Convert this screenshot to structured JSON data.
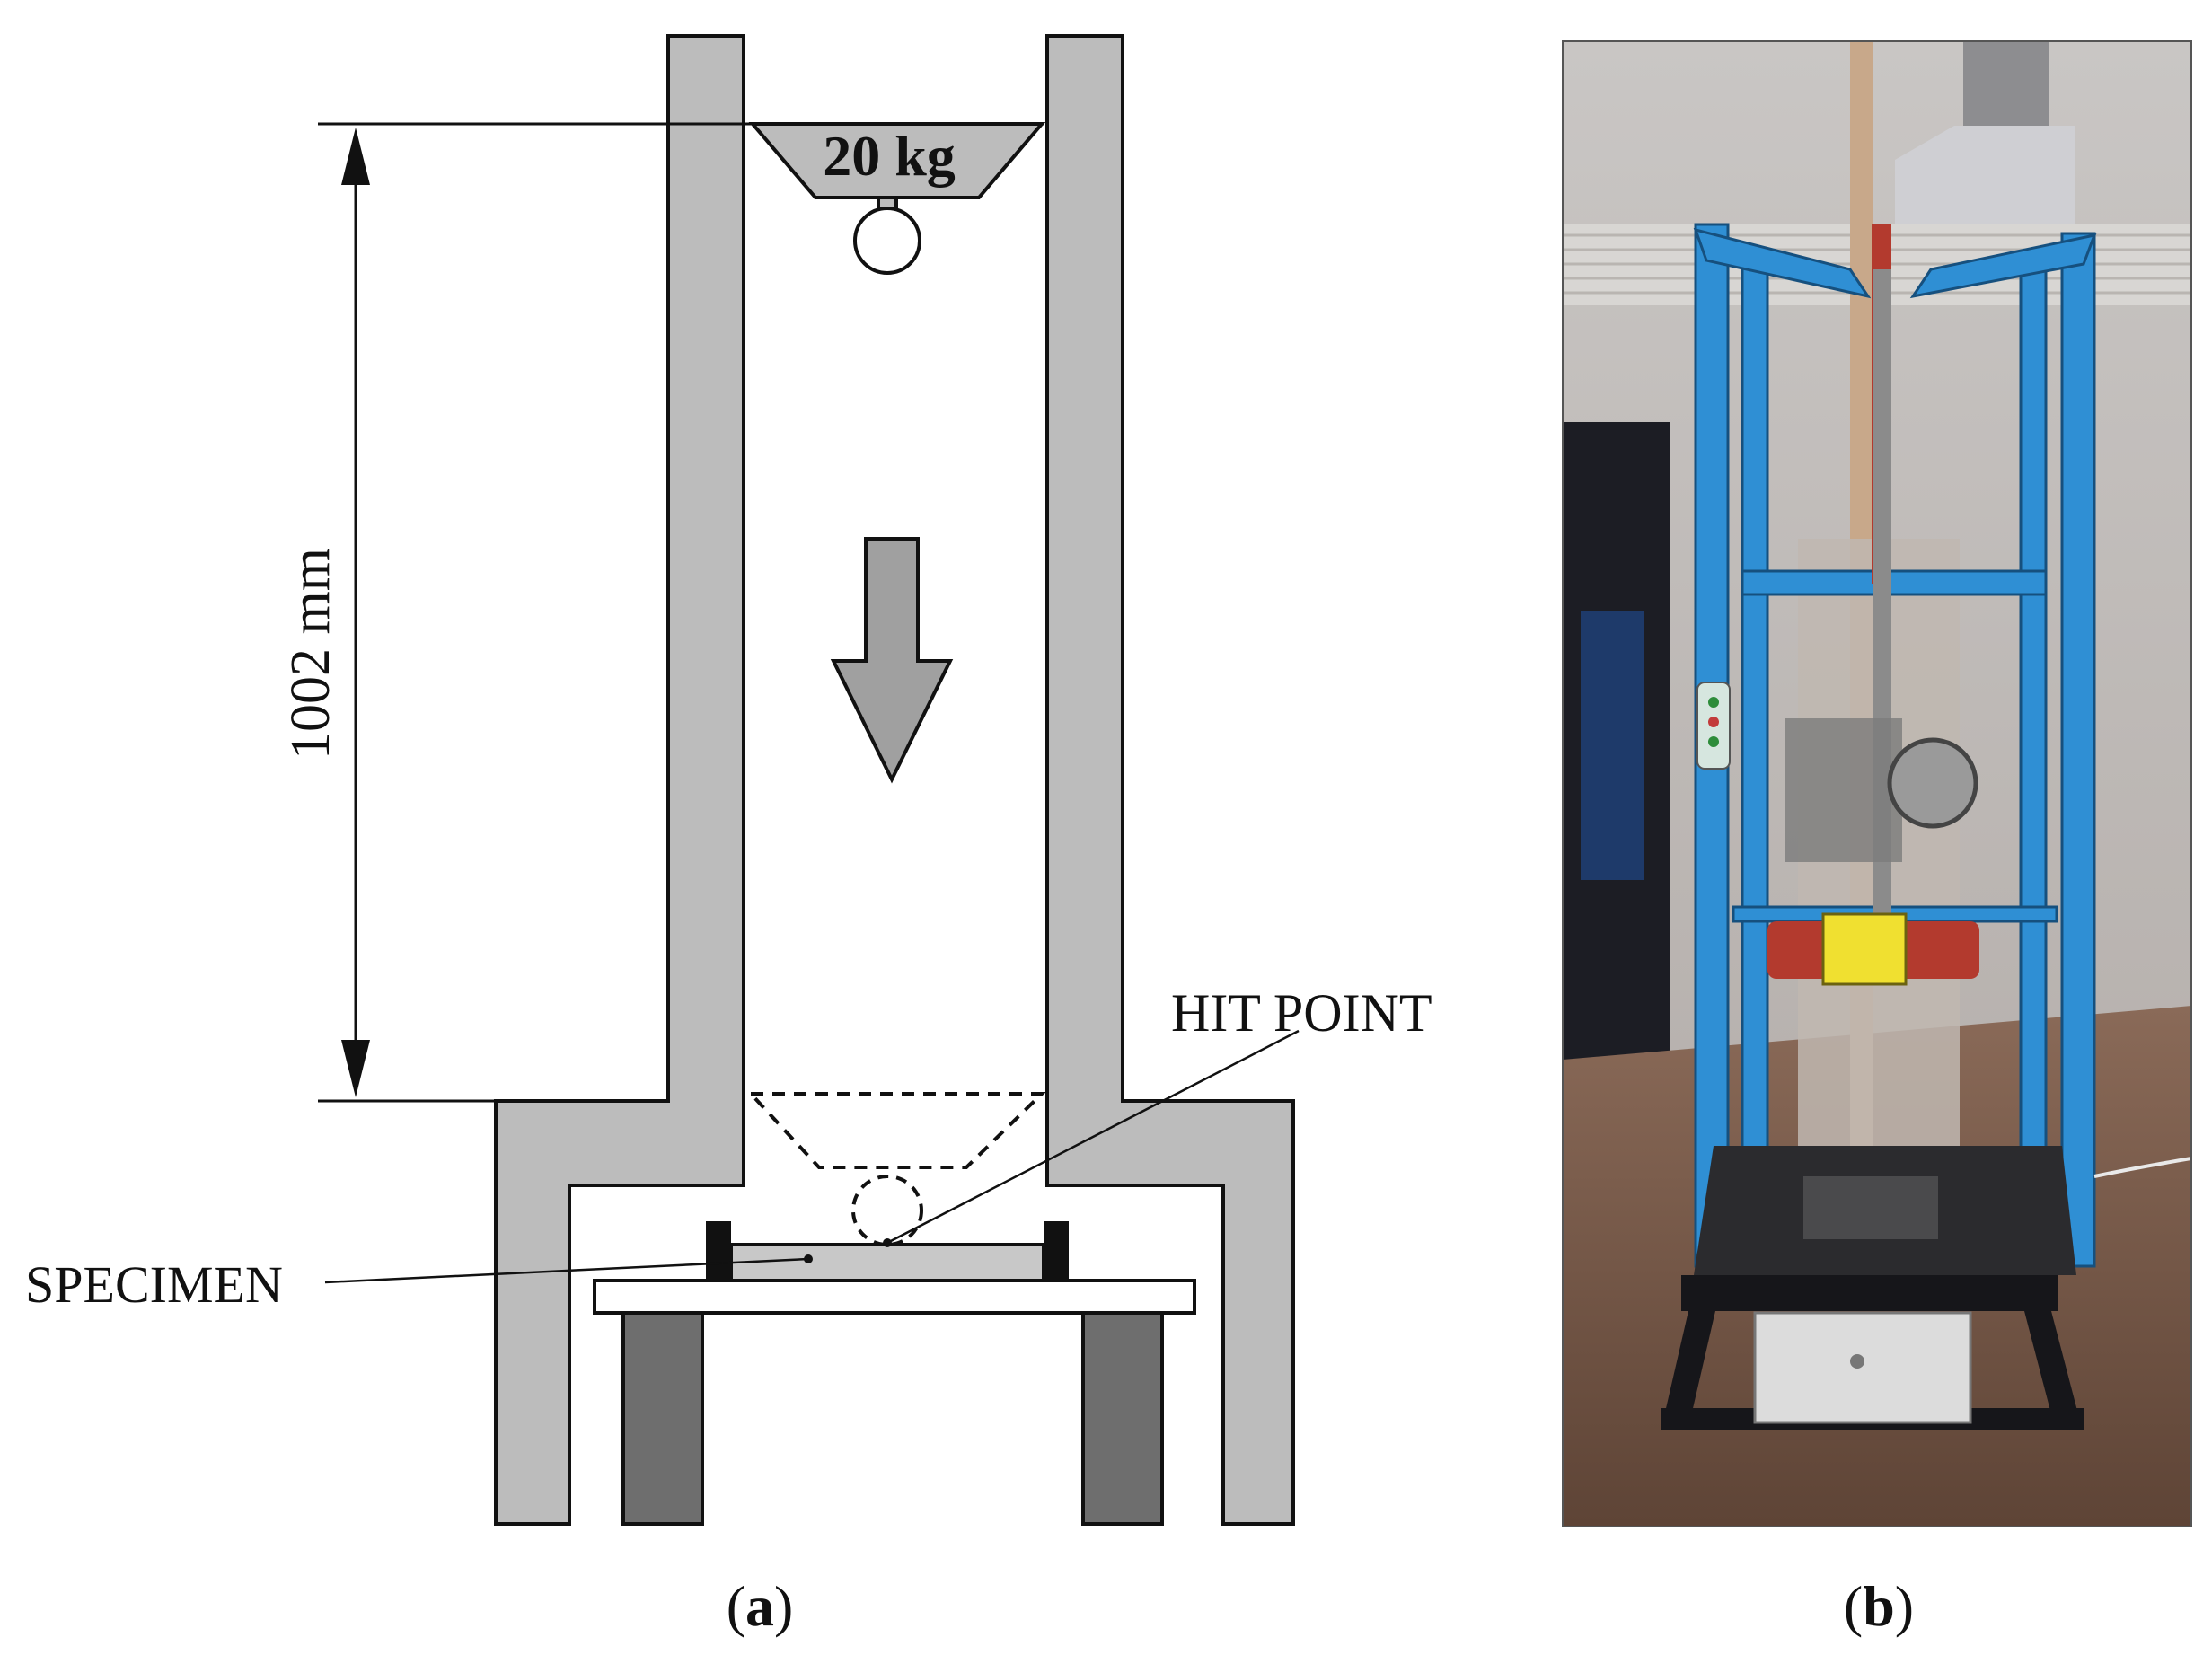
{
  "figure": {
    "panel_a": {
      "mass_label": "20 kg",
      "height_label": "1002 mm",
      "hit_point_label": "HIT POINT",
      "specimen_label": "SPECIMEN",
      "caption_letter": "a"
    },
    "panel_b": {
      "caption_letter": "b",
      "photo_subject": "drop-weight impact test rig photograph"
    },
    "colors": {
      "frame_fill": "#bcbcbc",
      "table_leg_fill": "#6e6e6e",
      "outline": "#111111",
      "rig_frame_blue": "#2f8fd4",
      "impactor_red": "#b33a2e",
      "impactor_yellow": "#f0e030"
    }
  }
}
